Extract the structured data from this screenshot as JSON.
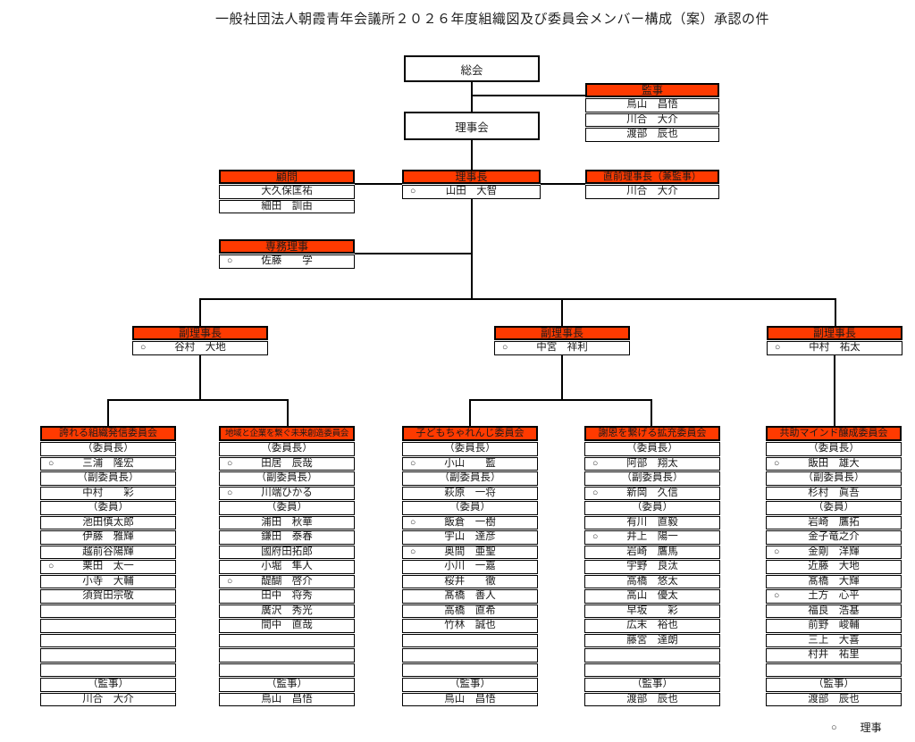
{
  "title": "一般社団法人朝霞青年会議所２０２６年度組織図及び委員会メンバー構成（案）承認の件",
  "colors": {
    "header_bg": "#ff3a00",
    "line": "#000000"
  },
  "org": {
    "soukai": "総会",
    "rijikai": "理事会",
    "kanji": {
      "title": "監事",
      "members": [
        {
          "name": "鳥山　昌悟"
        },
        {
          "name": "川合　大介"
        },
        {
          "name": "渡部　辰也"
        }
      ]
    },
    "komon": {
      "title": "顧問",
      "members": [
        {
          "name": "大久保匡祐"
        },
        {
          "name": "細田　訓由"
        }
      ]
    },
    "rijicho": {
      "title": "理事長",
      "mark": "○",
      "name": "山田　大智"
    },
    "chokuzen": {
      "title": "直前理事長（兼監事）",
      "mark": "",
      "name": "川合　大介"
    },
    "senmu": {
      "title": "専務理事",
      "mark": "○",
      "name": "佐藤　　学"
    },
    "vice_chairs": [
      {
        "title": "副理事長",
        "mark": "○",
        "name": "谷村　大地"
      },
      {
        "title": "副理事長",
        "mark": "○",
        "name": "中宮　祥利"
      },
      {
        "title": "副理事長",
        "mark": "○",
        "name": "中村　祐太"
      }
    ],
    "committees": [
      {
        "title": "誇れる組織発信委員会",
        "rows": [
          {
            "c": "",
            "t": "（委員長）"
          },
          {
            "c": "○",
            "t": "三浦　隆宏"
          },
          {
            "c": "",
            "t": "（副委員長）"
          },
          {
            "c": "",
            "t": "中村　　彩"
          },
          {
            "c": "",
            "t": "（委員）"
          },
          {
            "c": "",
            "t": "池田慎太郎"
          },
          {
            "c": "",
            "t": "伊藤　雅輝"
          },
          {
            "c": "",
            "t": "越前谷陽輝"
          },
          {
            "c": "○",
            "t": "栗田　太一"
          },
          {
            "c": "",
            "t": "小寺　大輔"
          },
          {
            "c": "",
            "t": "須賀田宗敬"
          },
          {
            "c": "",
            "t": ""
          },
          {
            "c": "",
            "t": ""
          },
          {
            "c": "",
            "t": ""
          },
          {
            "c": "",
            "t": ""
          },
          {
            "c": "",
            "t": ""
          },
          {
            "c": "",
            "t": "（監事）"
          },
          {
            "c": "",
            "t": "川合　大介"
          }
        ]
      },
      {
        "title": "地域と企業を繋ぐ未来創造委員会",
        "rows": [
          {
            "c": "",
            "t": "（委員長）"
          },
          {
            "c": "○",
            "t": "田居　辰哉"
          },
          {
            "c": "",
            "t": "（副委員長）"
          },
          {
            "c": "○",
            "t": "川端ひかる"
          },
          {
            "c": "",
            "t": "（委員）"
          },
          {
            "c": "",
            "t": "浦田　秋華"
          },
          {
            "c": "",
            "t": "鎌田　泰春"
          },
          {
            "c": "",
            "t": "國府田拓郎"
          },
          {
            "c": "",
            "t": "小堀　隼人"
          },
          {
            "c": "○",
            "t": "醍醐　啓介"
          },
          {
            "c": "",
            "t": "田中　将秀"
          },
          {
            "c": "",
            "t": "廣沢　秀光"
          },
          {
            "c": "",
            "t": "間中　直哉"
          },
          {
            "c": "",
            "t": ""
          },
          {
            "c": "",
            "t": ""
          },
          {
            "c": "",
            "t": ""
          },
          {
            "c": "",
            "t": "（監事）"
          },
          {
            "c": "",
            "t": "鳥山　昌悟"
          }
        ]
      },
      {
        "title": "子どもちゃれんじ委員会",
        "rows": [
          {
            "c": "",
            "t": "（委員長）"
          },
          {
            "c": "○",
            "t": "小山　　藍"
          },
          {
            "c": "",
            "t": "（副委員長）"
          },
          {
            "c": "",
            "t": "萩原　一将"
          },
          {
            "c": "",
            "t": "（委員）"
          },
          {
            "c": "○",
            "t": "飯倉　一樹"
          },
          {
            "c": "",
            "t": "宇山　達彦"
          },
          {
            "c": "○",
            "t": "奥間　亜聖"
          },
          {
            "c": "",
            "t": "小川　一嘉"
          },
          {
            "c": "",
            "t": "桜井　　徹"
          },
          {
            "c": "",
            "t": "髙橋　善人"
          },
          {
            "c": "",
            "t": "高橋　直希"
          },
          {
            "c": "",
            "t": "竹林　誠也"
          },
          {
            "c": "",
            "t": ""
          },
          {
            "c": "",
            "t": ""
          },
          {
            "c": "",
            "t": ""
          },
          {
            "c": "",
            "t": "（監事）"
          },
          {
            "c": "",
            "t": "鳥山　昌悟"
          }
        ]
      },
      {
        "title": "謝恩を繋げる拡充委員会",
        "rows": [
          {
            "c": "",
            "t": "（委員長）"
          },
          {
            "c": "○",
            "t": "阿部　翔太"
          },
          {
            "c": "",
            "t": "（副委員長）"
          },
          {
            "c": "○",
            "t": "新岡　久信"
          },
          {
            "c": "",
            "t": "（委員）"
          },
          {
            "c": "",
            "t": "有川　直毅"
          },
          {
            "c": "○",
            "t": "井上　陽一"
          },
          {
            "c": "",
            "t": "岩崎　鷹馬"
          },
          {
            "c": "",
            "t": "宇野　良汰"
          },
          {
            "c": "",
            "t": "高橋　悠太"
          },
          {
            "c": "",
            "t": "高山　優太"
          },
          {
            "c": "",
            "t": "早坂　　彩"
          },
          {
            "c": "",
            "t": "広末　裕也"
          },
          {
            "c": "",
            "t": "藤宮　達朗"
          },
          {
            "c": "",
            "t": ""
          },
          {
            "c": "",
            "t": ""
          },
          {
            "c": "",
            "t": "（監事）"
          },
          {
            "c": "",
            "t": "渡部　辰也"
          }
        ]
      },
      {
        "title": "共助マインド醸成委員会",
        "rows": [
          {
            "c": "",
            "t": "（委員長）"
          },
          {
            "c": "○",
            "t": "飯田　雄大"
          },
          {
            "c": "",
            "t": "（副委員長）"
          },
          {
            "c": "",
            "t": "杉村　眞吾"
          },
          {
            "c": "",
            "t": "（委員）"
          },
          {
            "c": "",
            "t": "岩崎　鷹拓"
          },
          {
            "c": "",
            "t": "金子竜之介"
          },
          {
            "c": "○",
            "t": "金剛　洋輝"
          },
          {
            "c": "",
            "t": "近藤　大地"
          },
          {
            "c": "",
            "t": "髙橋　大輝"
          },
          {
            "c": "○",
            "t": "土方　心平"
          },
          {
            "c": "",
            "t": "福良　浩基"
          },
          {
            "c": "",
            "t": "前野　峻輔"
          },
          {
            "c": "",
            "t": "三上　大喜"
          },
          {
            "c": "",
            "t": "村井　祐里"
          },
          {
            "c": "",
            "t": ""
          },
          {
            "c": "",
            "t": "（監事）"
          },
          {
            "c": "",
            "t": "渡部　辰也"
          }
        ]
      }
    ]
  },
  "legend": {
    "mark": "○",
    "label": "理事"
  }
}
